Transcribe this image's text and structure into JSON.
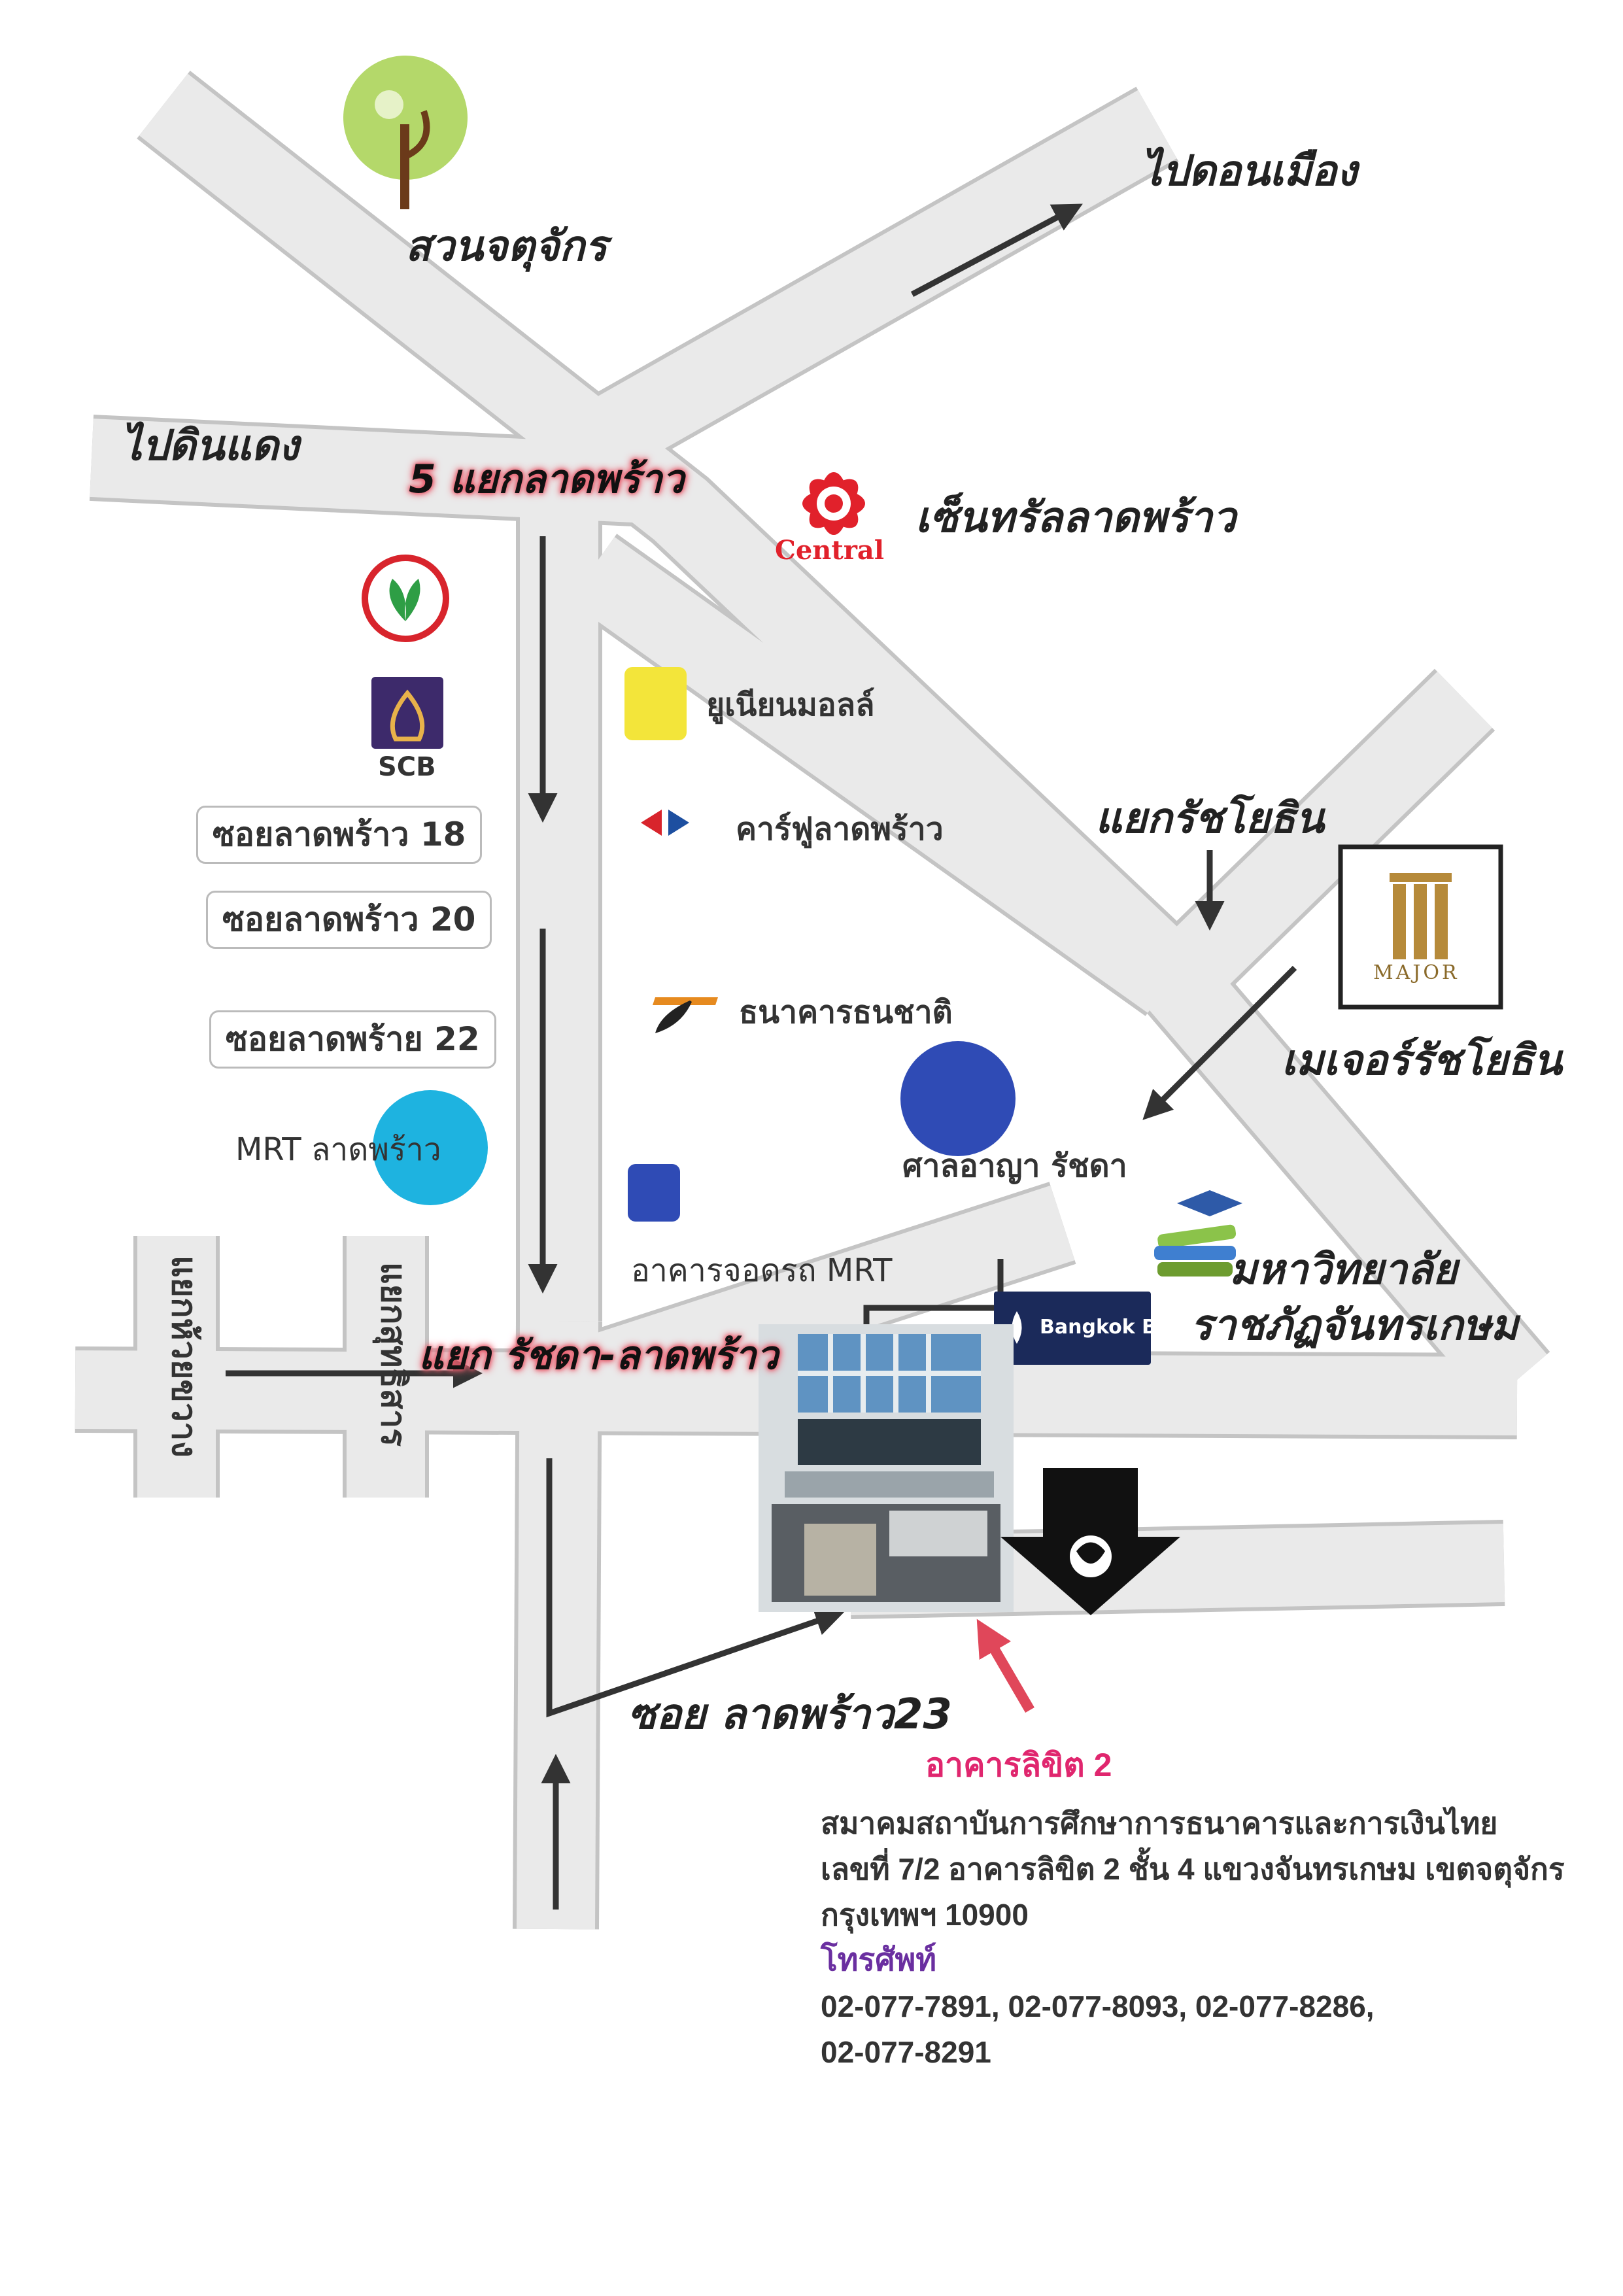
{
  "map": {
    "places": {
      "park": "สวนจตุจักร",
      "to_donmueang": "ไปดอนเมือง",
      "to_dindaeng": "ไปดินแดง",
      "central": "เซ็นทรัลลาดพร้าว",
      "central_logo_text": "Central",
      "union_mall": "ยูเนียนมอลล์",
      "carrefour": "คาร์ฟูลาดพร้าว",
      "thanachart": "ธนาคารธนชาติ",
      "scb_logo_text": "SCB",
      "ratchayothin_junction": "แยกรัชโยธิน",
      "major": "เมเจอร์รัชโยธิน",
      "major_logo_text": "MAJOR",
      "mrt_ladprao": "MRT ลาดพร้าว",
      "court": "ศาลอาญา รัชดา",
      "mrt_parking": "อาคารจอดรถ MRT",
      "university_line1": "มหาวิทยาลัย",
      "university_line2": "ราชภัฏจันทรเกษม",
      "bangkok_bank": "Bangkok Bank",
      "five_way": "5 แยกลาดพร้าว",
      "ratchada_ladprao": "แยก รัชดา-ลาดพร้าว",
      "huai_khwang": "แยกห้วยขวาง",
      "suthisan": "แยกสุทธิสาร",
      "soi23": "ซอย ลาดพร้าว23"
    },
    "sois": [
      "ซอยลาดพร้าว 18",
      "ซอยลาดพร้าว 20",
      "ซอยลาดพร้าย 22"
    ],
    "colors": {
      "road": "#eaeaea",
      "road_edge": "#c4c4c4",
      "arrow": "#333333",
      "pointer": "#e0475a",
      "central_red": "#e1212b",
      "circle_blue": "#2f4bb5",
      "mrt_cyan": "#1eb3e0"
    },
    "icons": [
      "tree-icon",
      "kbank-logo",
      "scb-logo",
      "central-logo",
      "union-mall-logo",
      "carrefour-logo",
      "thanachart-logo",
      "major-logo",
      "books-icon",
      "bangkok-bank-logo",
      "building-photo",
      "pointer-arrow-icon"
    ]
  },
  "info": {
    "title": "อาคารลิขิต 2",
    "org": "สมาคมสถาบันการศึกษาการธนาคารและการเงินไทย",
    "address1": "เลขที่ 7/2 อาคารลิขิต 2 ชั้น 4 แขวงจันทรเกษม เขตจตุจักร",
    "address2": "กรุงเทพฯ 10900",
    "phone_label": "โทรศัพท์",
    "phones1": "02-077-7891, 02-077-8093, 02-077-8286,",
    "phones2": "02-077-8291"
  }
}
